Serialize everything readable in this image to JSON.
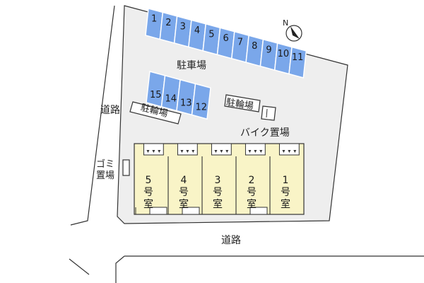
{
  "colors": {
    "site": "#eeeeee",
    "parking": "#7aa7ea",
    "building": "#f9f4c7",
    "outline": "#333333"
  },
  "labels": {
    "parking_lot": "駐車場",
    "road_left": "道路",
    "road_bottom": "道路",
    "bicycle_left": "駐輪場",
    "bicycle_right": "駐輪場",
    "bike_area": "バイク置場",
    "garbage": "ゴミ置場"
  },
  "compass": {
    "letter": "N",
    "icon": "north-arrow-icon"
  },
  "parking_top": [
    "1",
    "2",
    "3",
    "4",
    "5",
    "6",
    "7",
    "8",
    "9",
    "10",
    "11"
  ],
  "parking_mid": [
    "15",
    "14",
    "13",
    "12"
  ],
  "units": [
    {
      "number": "5",
      "suffix1": "号",
      "suffix2": "室"
    },
    {
      "number": "4",
      "suffix1": "号",
      "suffix2": "室"
    },
    {
      "number": "3",
      "suffix1": "号",
      "suffix2": "室"
    },
    {
      "number": "2",
      "suffix1": "号",
      "suffix2": "室"
    },
    {
      "number": "1",
      "suffix1": "号",
      "suffix2": "室"
    }
  ]
}
